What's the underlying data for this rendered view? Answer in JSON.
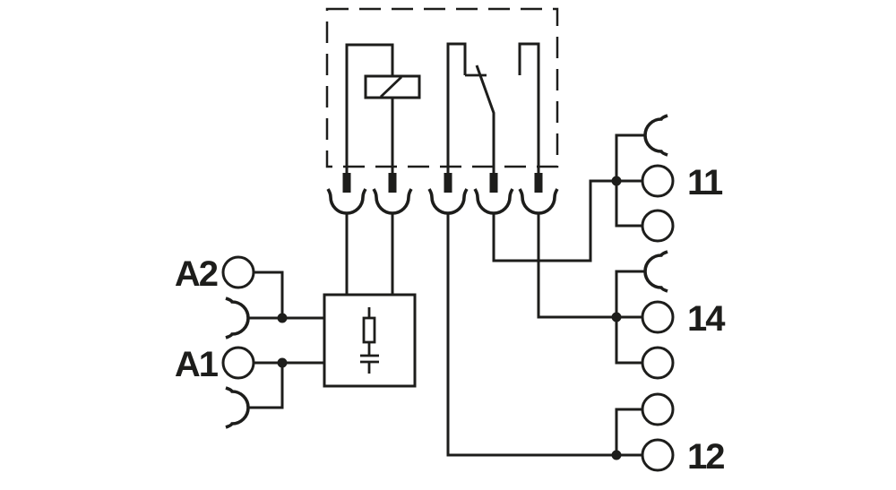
{
  "diagram": {
    "labels": {
      "coil_a2": "A2",
      "coil_a1": "A1",
      "contact_common": "11",
      "contact_no": "14",
      "contact_nc": "12"
    },
    "colors": {
      "line": "#1d1d1b",
      "background": "#ffffff"
    }
  }
}
